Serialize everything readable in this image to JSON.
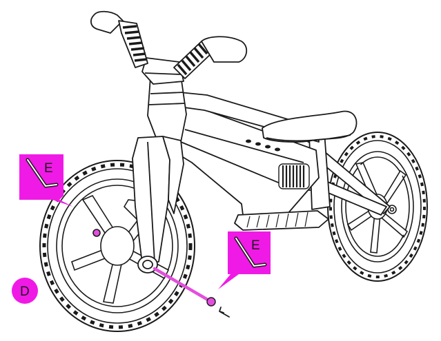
{
  "diagram": {
    "callouts": [
      {
        "id": "top-left",
        "letter": "E"
      },
      {
        "id": "axle",
        "letter": "E"
      }
    ],
    "step_marker": "D"
  },
  "colors": {
    "callout_fill": "#f01ae6",
    "line": "#1a1a1a",
    "tool": "#1a1a1a",
    "bolt": "#e24fdc",
    "background": "#ffffff"
  }
}
